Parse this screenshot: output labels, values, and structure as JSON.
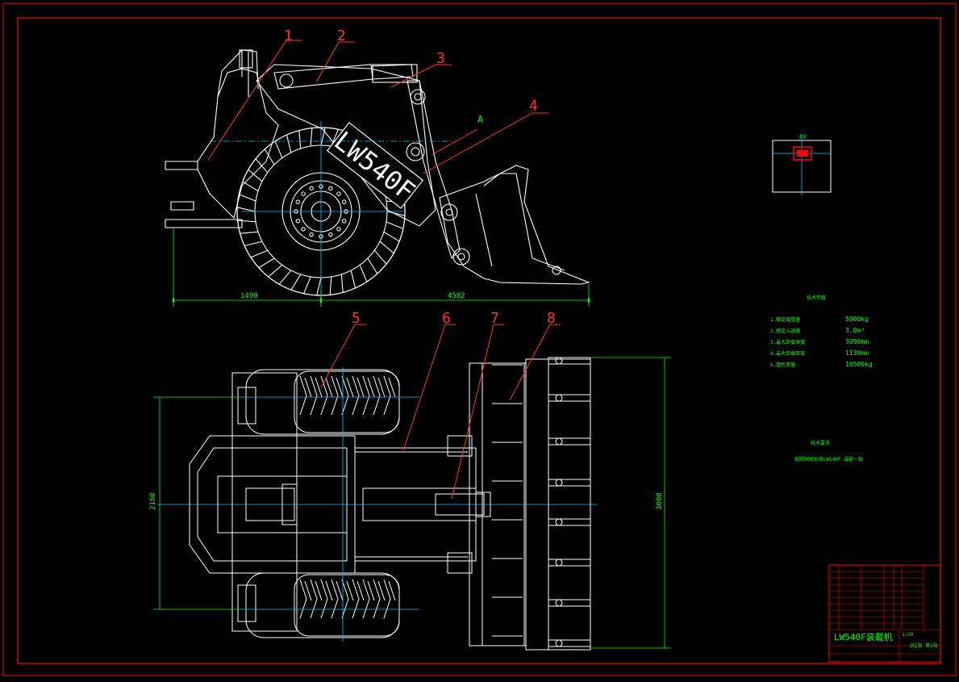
{
  "drawing": {
    "model_label": "LW540F",
    "title_block_name": "LW540F装载机",
    "part_callouts": [
      "1",
      "2",
      "3",
      "4",
      "5",
      "6",
      "7",
      "8"
    ],
    "section_marker": "A",
    "dimensions": {
      "side_rear": "1490",
      "side_front": "4582",
      "top_width": "2160",
      "bucket_width": "3000"
    },
    "locator_label": "主视",
    "tech_params": {
      "heading": "技术参数",
      "items": [
        {
          "label": "1.额定载重量",
          "value": "5000kg"
        },
        {
          "label": "2.额定斗容量",
          "value": "3.0m³"
        },
        {
          "label": "3.最大卸载高度",
          "value": "3090mm"
        },
        {
          "label": "4.最大卸载距离",
          "value": "1130mm"
        },
        {
          "label": "5.整机质量",
          "value": "16500kg"
        }
      ]
    },
    "notes": {
      "heading": "技术要求",
      "text": "按照国家标准LW540F 装配一致"
    },
    "title_block": {
      "scale": "1:20",
      "sheet": "共1张 第1张"
    },
    "colors": {
      "background": "#000000",
      "frame": "#ff0000",
      "outline": "#ffffff",
      "centerline": "#00c8ff",
      "dimension": "#00ff00",
      "callout": "#ff3030"
    }
  }
}
